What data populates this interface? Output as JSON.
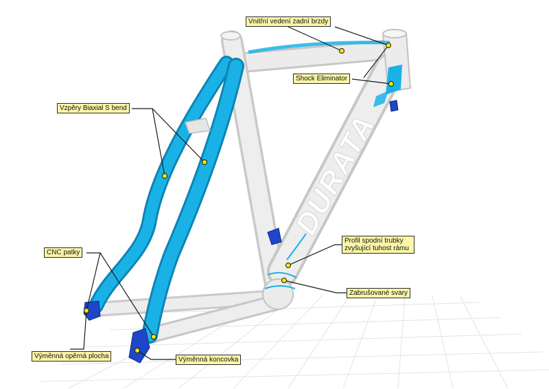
{
  "colors": {
    "accent": "#1ab2e6",
    "accent_dark": "#0d84b5",
    "hardware": "#1f46c8",
    "frame": "#e9e9e9",
    "label_bg": "#fbf6a8",
    "marker": "#f6e600"
  },
  "labels": {
    "brake_routing": "Vnitřní vedení zadní brzdy",
    "shock_eliminator": "Shock Eliminator",
    "seatstays": "Vzpěry Biaxial S bend",
    "dropouts": "CNC patky",
    "downtube_profile": "Profil spodní trubky zvyšující tuhost rámu",
    "welds": "Zabrušované svary",
    "replaceable_surface": "Výměnná opěrná plocha",
    "replaceable_hanger": "Výměnná koncovka"
  },
  "frame_graphic": {
    "downtube_text": "DURATA"
  }
}
